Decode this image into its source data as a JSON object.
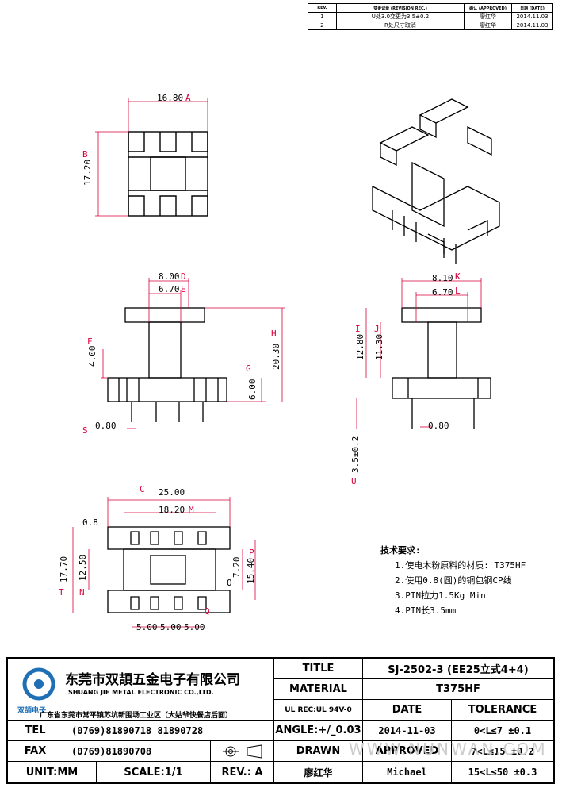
{
  "revision_table": {
    "headers": [
      "REV.",
      "变更记录 (REVISION REC.)",
      "确认 (APPROVED)",
      "日期 (DATE)"
    ],
    "rows": [
      {
        "rev": "1",
        "record": "U处3.0变更为3.5±0.2",
        "approved": "廖红华",
        "date": "2014.11.03"
      },
      {
        "rev": "2",
        "record": "R处尺寸取消",
        "approved": "廖红华",
        "date": "2014.11.03"
      }
    ]
  },
  "top_view": {
    "dim_a": "16.80",
    "dim_b": "17.20",
    "label_a": "A",
    "label_b": "B"
  },
  "front_view": {
    "dim_d": "8.00",
    "dim_e": "6.70",
    "dim_f": "4.00",
    "dim_g": "6.00",
    "dim_h": "20.30",
    "dim_s": "0.80",
    "label_d": "D",
    "label_e": "E",
    "label_f": "F",
    "label_g": "G",
    "label_h": "H",
    "label_s": "S"
  },
  "side_view": {
    "dim_k": "8.10",
    "dim_l": "6.70",
    "dim_i": "12.80",
    "dim_j": "11.30",
    "dim_pin": "0.80",
    "dim_u": "3.5±0.2",
    "label_k": "K",
    "label_l": "L",
    "label_i": "I",
    "label_j": "J",
    "label_u": "U"
  },
  "bottom_view": {
    "dim_c": "25.00",
    "dim_m": "18.20",
    "dim_r": "0.8",
    "dim_t": "17.70",
    "dim_n": "12.50",
    "dim_o": "7.20",
    "dim_p": "15.40",
    "dim_q": "5.00",
    "label_c": "C",
    "label_m": "M",
    "label_t": "T",
    "label_n": "N",
    "label_o": "O",
    "label_p": "P",
    "label_q": "Q"
  },
  "requirements": {
    "title": "技术要求:",
    "items": [
      "1.使电木粉原料的材质: T375HF",
      "2.使用0.8(圆)的铜包钢CP线",
      "3.PIN拉力1.5Kg Min",
      "4.PIN长3.5mm"
    ]
  },
  "title_block": {
    "company_cn": "东莞市双頡五金电子有限公司",
    "company_en": "SHUANG JIE METAL ELECTRONIC CO.,LTD.",
    "logo_text": "双頡电子",
    "address": "广东省东莞市常平镇苏坑新围场工业区（大姑爷快餐店后面）",
    "tel_label": "TEL",
    "tel_value": "(0769)81890718  81890728",
    "fax_label": "FAX",
    "fax_value": "(0769)81890708",
    "unit": "UNIT:MM",
    "scale": "SCALE:1/1",
    "rev": "REV.: A",
    "title_label": "TITLE",
    "title_value": "SJ-2502-3  (EE25立式4+4)",
    "material_label": "MATERIAL",
    "material_value": "T375HF",
    "ul": "UL REC:UL 94V-0",
    "date_label": "DATE",
    "tolerance_label": "TOLERANCE",
    "angle": "ANGLE:+/_0.03",
    "date_value": "2014-11-03",
    "tol1": "0<L≤7   ±0.1",
    "drawn_label": "DRAWN",
    "approved_label": "APPROVED",
    "tol2": "7<L≤15  ±0.2",
    "drawn_value": "廖红华",
    "approved_value": "Michael",
    "tol3": "15<L≤50  ±0.3"
  },
  "watermark": "WWW.NUNWAN.COM"
}
